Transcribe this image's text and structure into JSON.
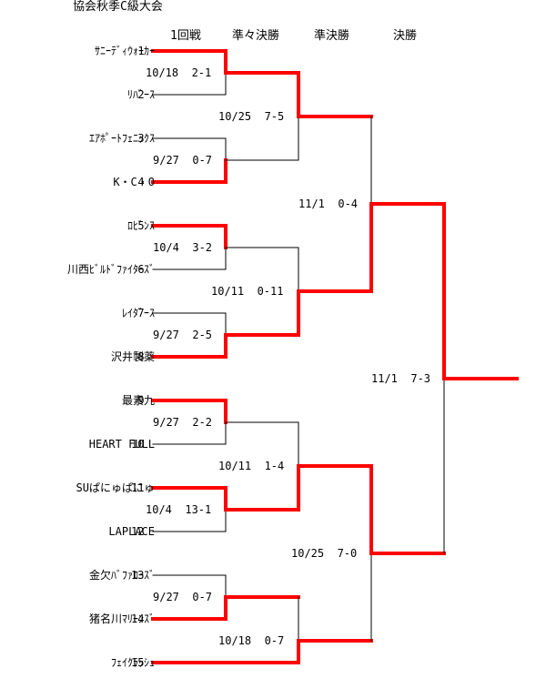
{
  "title": "協会秋季C級大会",
  "rounds": [
    "1回戦",
    "準々決勝",
    "準決勝",
    "決勝"
  ],
  "teams": [
    {
      "seed": "1",
      "name": "ｻﾆｰﾃﾞｨｳｫｰｶｰ"
    },
    {
      "seed": "2",
      "name": "ﾘﾊﾞｰｽ"
    },
    {
      "seed": "3",
      "name": "ｴｱﾎﾟｰﾄﾌｪﾆｯｸｽ"
    },
    {
      "seed": "4",
      "name": "K・C・O"
    },
    {
      "seed": "5",
      "name": "ﾛﾋﾞﾝｽ"
    },
    {
      "seed": "6",
      "name": "川西ﾋﾞﾙﾄﾞﾌｧｲﾀｰｽﾞ"
    },
    {
      "seed": "7",
      "name": "ﾚｲﾀﾞｰｽ"
    },
    {
      "seed": "8",
      "name": "沢井製薬"
    },
    {
      "seed": "9",
      "name": "最素九"
    },
    {
      "seed": "10",
      "name": "HEART FULL"
    },
    {
      "seed": "11",
      "name": "SUぱにゅぱにゅ"
    },
    {
      "seed": "12",
      "name": "LAPLACE"
    },
    {
      "seed": "13",
      "name": "金欠ﾊﾞﾌｧﾛｰｽﾞ"
    },
    {
      "seed": "14",
      "name": "猪名川ﾏﾘｰﾝｽﾞ"
    },
    {
      "seed": "15",
      "name": "ﾌｪｲｸﾗｯｼｭ"
    }
  ],
  "results": {
    "r1": [
      {
        "date": "10/18",
        "score": "2-1"
      },
      {
        "date": "9/27",
        "score": "0-7"
      },
      {
        "date": "10/4",
        "score": "3-2"
      },
      {
        "date": "9/27",
        "score": "2-5"
      },
      {
        "date": "9/27",
        "score": "2-2"
      },
      {
        "date": "10/4",
        "score": "13-1"
      },
      {
        "date": "9/27",
        "score": "0-7"
      }
    ],
    "qf": [
      {
        "date": "10/25",
        "score": "7-5"
      },
      {
        "date": "10/11",
        "score": "0-11"
      },
      {
        "date": "10/11",
        "score": "1-4"
      },
      {
        "date": "10/18",
        "score": "0-7"
      }
    ],
    "sf": [
      {
        "date": "11/1",
        "score": "0-4"
      },
      {
        "date": "10/25",
        "score": "7-0"
      }
    ],
    "final": {
      "date": "11/1",
      "score": "7-3"
    }
  },
  "colors": {
    "winner_line": "#ff0000",
    "line": "#000000",
    "background": "#ffffff"
  }
}
